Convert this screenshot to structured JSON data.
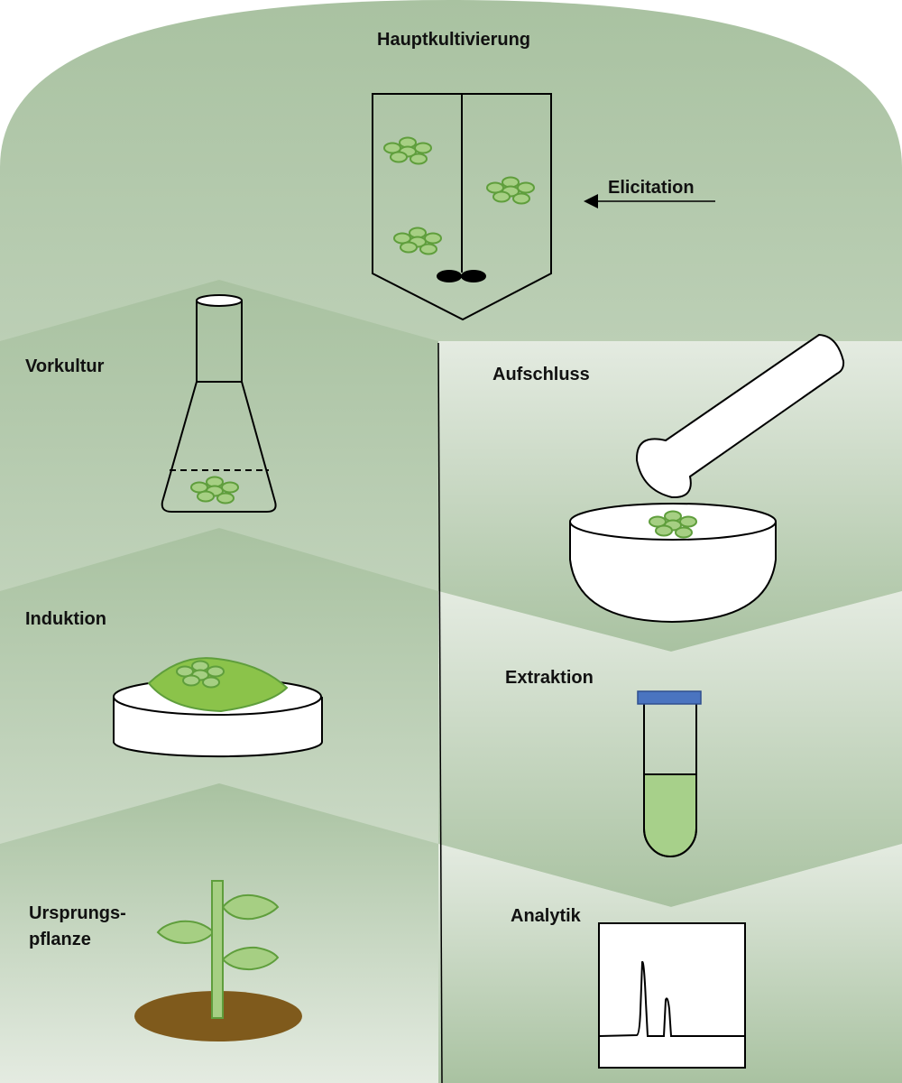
{
  "diagram": {
    "stages": {
      "hauptkultivierung": "Hauptkultivierung",
      "elicitation": "Elicitation",
      "vorkultur": "Vorkultur",
      "induktion": "Induktion",
      "ursprungspflanze_line1": "Ursprungs-",
      "ursprungspflanze_line2": "pflanze",
      "aufschluss": "Aufschluss",
      "extraktion": "Extraktion",
      "analytik": "Analytik"
    },
    "colors": {
      "band_dark": "#a9c2a1",
      "band_light": "#e4ebe1",
      "cell_fill": "#a6cf83",
      "cell_stroke": "#5f9e3c",
      "callus_fill": "#8bc34a",
      "soil": "#7f5a1c",
      "tube_liquid": "#a7d08a",
      "tube_cap": "#4a74c0",
      "outline": "#000000"
    }
  }
}
